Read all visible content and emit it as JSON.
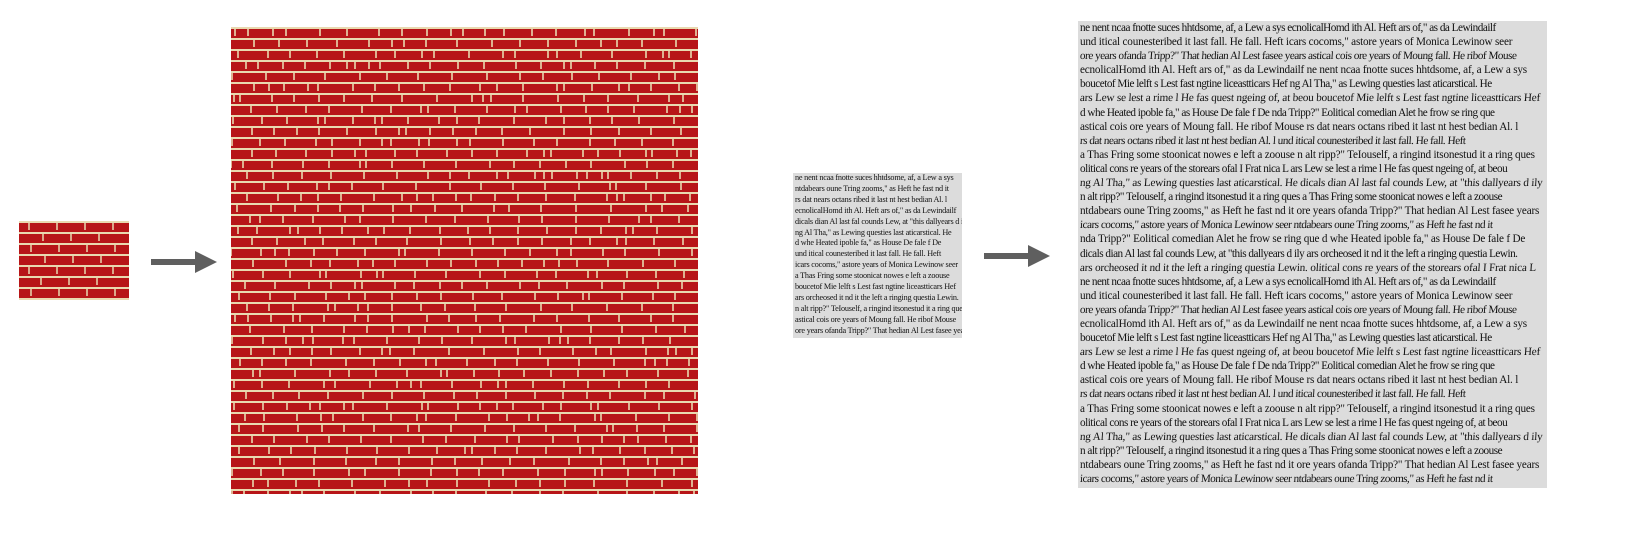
{
  "colors": {
    "brick": "#b71518",
    "mortar": "#e9d9b0",
    "arrow": "#5f5f5f",
    "text_bg": "#dcdcdc",
    "text": "#111111"
  },
  "icons": {
    "arrow_1": "right-arrow-icon",
    "arrow_2": "right-arrow-icon"
  },
  "text_sample": {
    "lines": [
      "ne nent ncaa fnotte suces hhtdsome, af, a Lew a sys",
      "ntdabears oune Tring zooms,\" as Heft he fast nd it",
      "rs dat nears octans ribed it last nt hest bedian Al. l",
      "ecnolicalHomd ith Al. Heft ars of,\" as da Lewindailf",
      "dicals dian Al last fal counds Lew, at \"this dallyears d ily",
      "ng Al Tha,\" as Lewing questies last aticarstical. He",
      "d whe Heated ipoble fa,\" as House De fale f De",
      "und itical counesteribed it last fall. He fall. Heft",
      "icars cocoms,\" astore years of Monica Lewinow seer",
      "a Thas Fring some stoonicat nowes e left a zoouse",
      "boucetof Mie lelft s Lest fast ngtine liceastticars Hef",
      "ars orcheosed it nd it the left a ringing questia Lewin.",
      "n alt ripp?\" TeIouself, a ringind itsonestud it a ring ques",
      "astical cois ore years of Moung fall. He ribof Mouse",
      "ore years ofanda Tripp?\" That hedian Al Lest fasee years",
      "nda Tripp?\" Eolitical comedian Alet he frow se ring que",
      "olitical cons re years of the storears ofal I Frat nica L",
      "ars Lew se lest a rime l He fas quest ngeing of, at beou"
    ]
  }
}
